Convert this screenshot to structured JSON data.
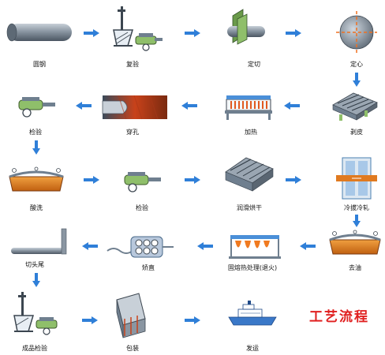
{
  "diagram": {
    "title": "工艺流程",
    "colors": {
      "arrow": "#2f7fd8",
      "title": "#e02020",
      "steel": "#6f7f8f",
      "hot": "#d84a1a",
      "green": "#8fbf6a"
    },
    "steps": [
      {
        "id": "s1",
        "label": "圆钢",
        "icon": "round-bar-icon"
      },
      {
        "id": "s2",
        "label": "复验",
        "icon": "inspection-scale-icon"
      },
      {
        "id": "s3",
        "label": "定切",
        "icon": "cutting-icon"
      },
      {
        "id": "s4",
        "label": "定心",
        "icon": "centering-icon"
      },
      {
        "id": "s5",
        "label": "剥皮",
        "icon": "peeling-machine-icon"
      },
      {
        "id": "s6",
        "label": "加热",
        "icon": "heating-furnace-icon"
      },
      {
        "id": "s7",
        "label": "穿孔",
        "icon": "piercing-icon"
      },
      {
        "id": "s8",
        "label": "检验",
        "icon": "inspection-gauge-icon"
      },
      {
        "id": "s9",
        "label": "酸洗",
        "icon": "pickling-tank-icon"
      },
      {
        "id": "s10",
        "label": "检验",
        "icon": "inspection-gauge-icon"
      },
      {
        "id": "s11",
        "label": "润滑烘干",
        "icon": "lubricating-drying-icon"
      },
      {
        "id": "s12",
        "label": "冷拔冷轧",
        "icon": "cold-drawing-icon"
      },
      {
        "id": "s13",
        "label": "去油",
        "icon": "degreasing-tank-icon"
      },
      {
        "id": "s14",
        "label": "固熔热处理(退火)",
        "icon": "annealing-furnace-icon"
      },
      {
        "id": "s15",
        "label": "矫直",
        "icon": "straightening-icon"
      },
      {
        "id": "s16",
        "label": "切头尾",
        "icon": "pipe-end-cutting-icon"
      },
      {
        "id": "s17",
        "label": "成品检验",
        "icon": "inspection-scale-icon"
      },
      {
        "id": "s18",
        "label": "包装",
        "icon": "packaging-icon"
      },
      {
        "id": "s19",
        "label": "发运",
        "icon": "ship-icon"
      }
    ]
  }
}
